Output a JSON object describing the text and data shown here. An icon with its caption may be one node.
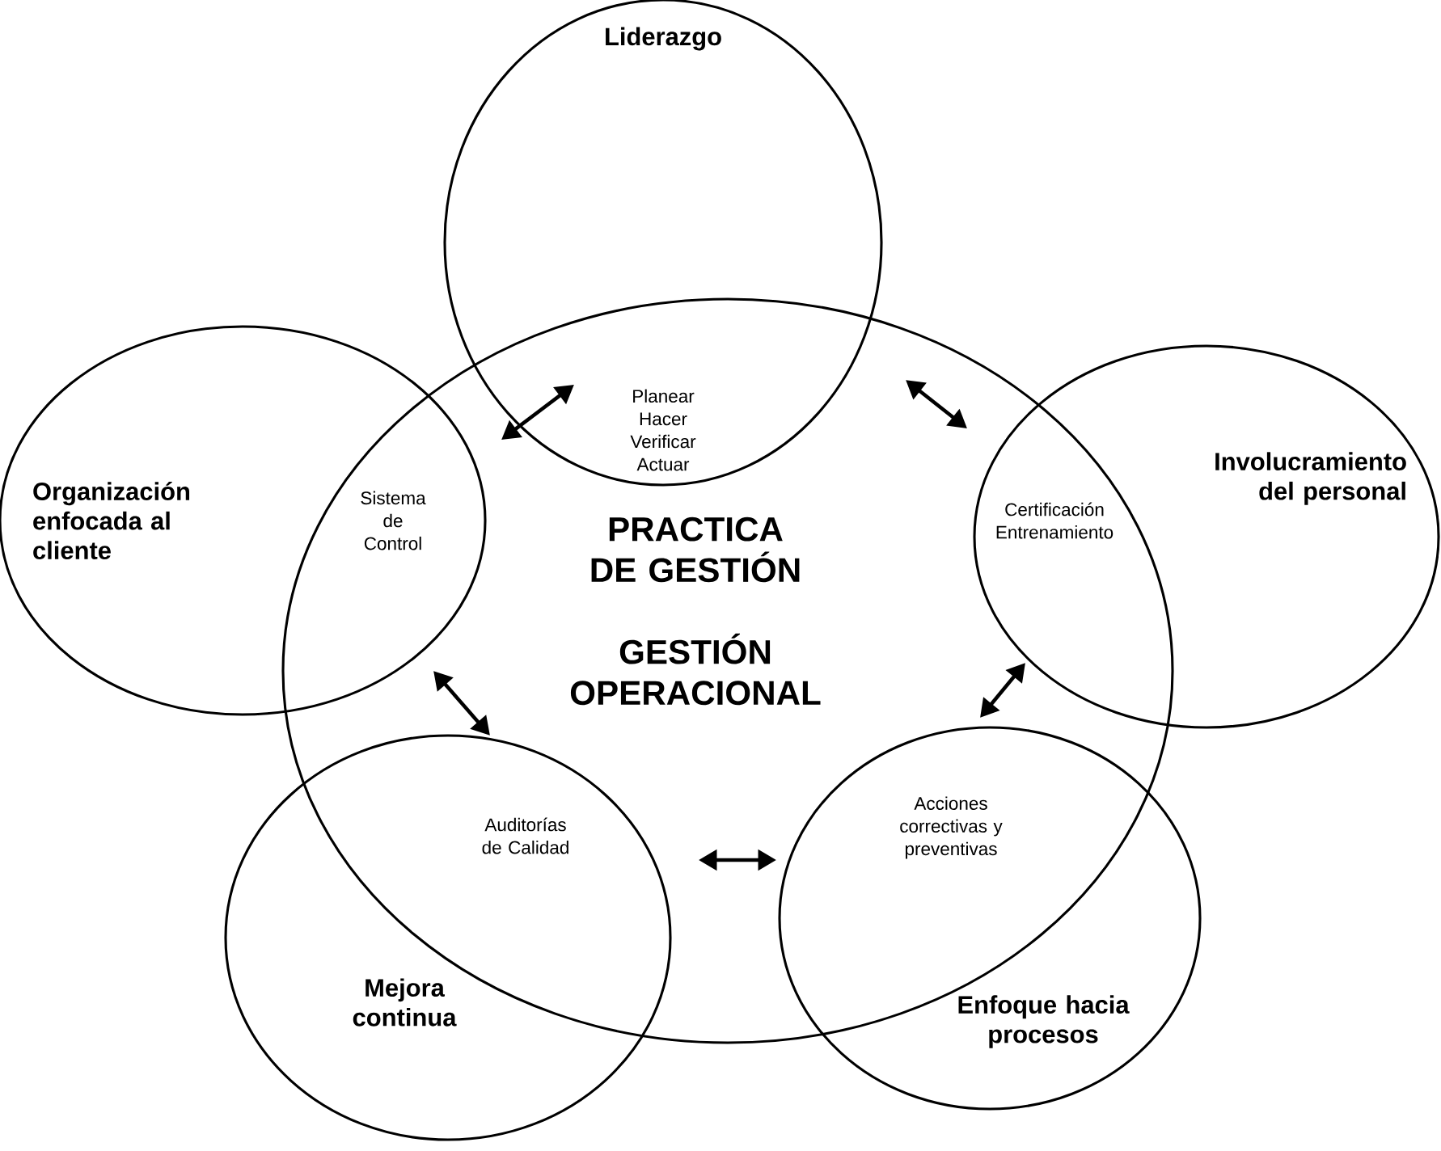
{
  "diagram": {
    "nodes": [
      {
        "text": [
          "PRACTICA DE GESTIÓN",
          "GESTIÓN OPERACIONAL"
        ]
      },
      {
        "text": [
          "Liderazgo"
        ]
      },
      {
        "text": [
          "Organización enfocada al cliente"
        ]
      },
      {
        "text": [
          "Involucramiento del personal"
        ]
      },
      {
        "text": [
          "Mejora continua"
        ]
      },
      {
        "text": [
          "Enfoque hacia procesos"
        ]
      },
      {
        "text": [
          "Planear Hacer Verificar Actuar"
        ]
      },
      {
        "text": [
          "Sistema de Control"
        ]
      },
      {
        "text": [
          "Certificación Entrenamiento"
        ]
      },
      {
        "text": [
          "Auditorías de Calidad"
        ]
      },
      {
        "text": [
          "Acciones correctivas y preventivas"
        ]
      }
    ]
  }
}
